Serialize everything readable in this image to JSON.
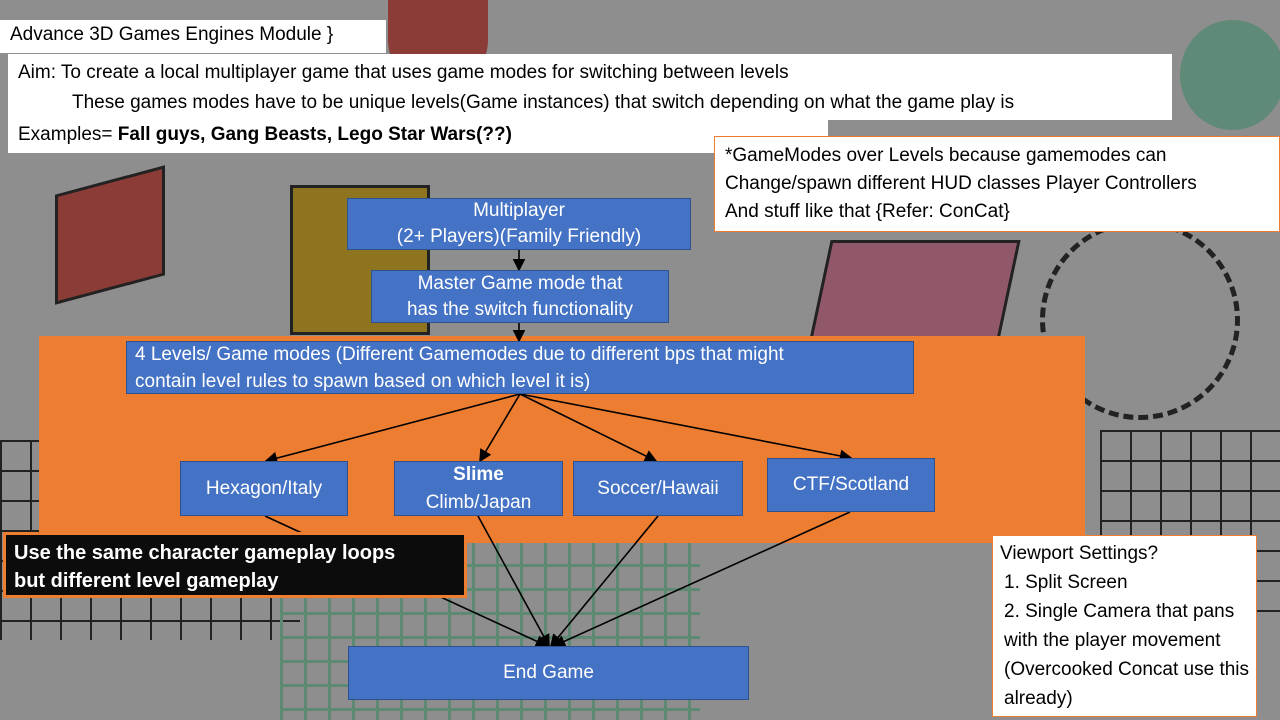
{
  "title": "Advance 3D Games Engines Module }",
  "aim": {
    "line1": "Aim: To create a local multiplayer game that uses game modes for switching between levels",
    "line2": "These games modes have to be unique levels(Game instances) that switch depending on what the game play is",
    "examples_prefix": "Examples= ",
    "examples_bold": "Fall guys, Gang Beasts, Lego Star Wars(??)"
  },
  "note": {
    "line1": "*GameModes over Levels because gamemodes can",
    "line2": "Change/spawn different HUD classes Player Controllers",
    "line3": "And stuff like that {Refer: ConCat}"
  },
  "flow": {
    "multiplayer": {
      "line1": "Multiplayer",
      "line2": "(2+ Players)(Family Friendly)"
    },
    "master": {
      "line1": "Master Game mode that",
      "line2": "has the switch functionality"
    },
    "levels": {
      "line1": "4 Levels/ Game modes (Different Gamemodes due to different bps that might",
      "line2": "contain level rules to spawn based on which level it is)"
    },
    "level_items": [
      {
        "label": "Hexagon/Italy"
      },
      {
        "bold": "Slime",
        "label": "Climb/Japan"
      },
      {
        "label": "Soccer/Hawaii"
      },
      {
        "label": "CTF/Scotland"
      }
    ],
    "end": "End Game"
  },
  "callout": {
    "line1": "Use the same character gameplay loops",
    "line2": "but different level gameplay"
  },
  "viewport": {
    "title": "Viewport Settings?",
    "items": [
      "1. Split Screen",
      "2. Single Camera that pans with the player movement (Overcooked Concat use this already)"
    ]
  },
  "colors": {
    "orange": "#ed7d31",
    "blue": "#4472c4",
    "background": "#8e8e8e"
  }
}
